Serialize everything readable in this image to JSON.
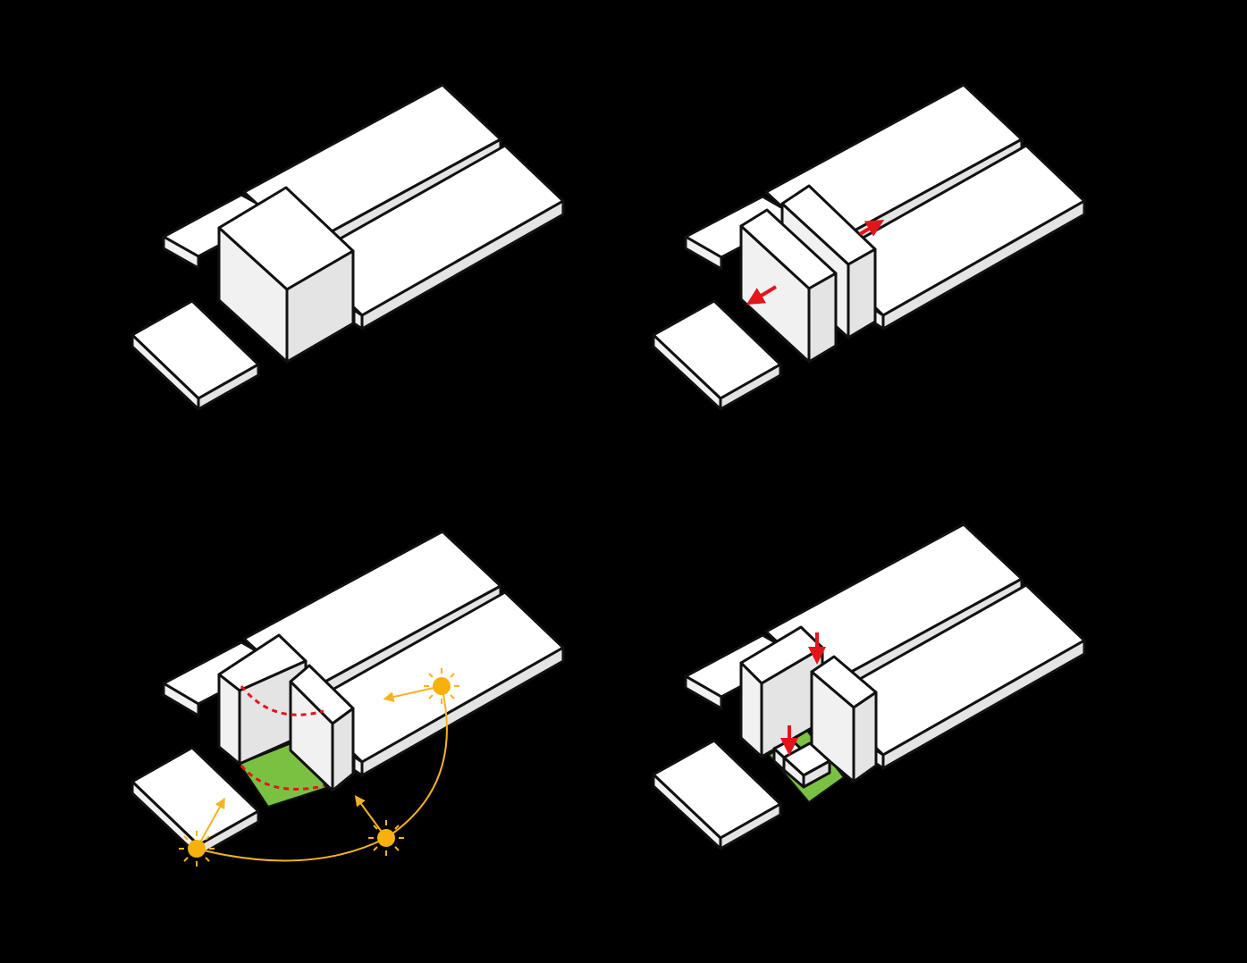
{
  "diagram": {
    "background": "#000000",
    "panel_count": 4,
    "colors": {
      "mass_top": "#ffffff",
      "mass_side_light": "#f1f1f1",
      "mass_side_dark": "#e4e4e4",
      "outline": "#111111",
      "arrow_red": "#e3151b",
      "courtyard_green": "#7ac142",
      "sun_orange": "#f5b324",
      "sun_core": "#f6b10a"
    },
    "panels": [
      {
        "step": 1,
        "subject": "single-massing-block",
        "icons": []
      },
      {
        "step": 2,
        "subject": "massing-split",
        "icons": [
          "arrow-push-icon",
          "arrow-push-icon"
        ]
      },
      {
        "step": 3,
        "subject": "sun-path-courtyard",
        "icons": [
          "sun-icon",
          "sun-icon",
          "sun-icon",
          "sun-arrow-icon"
        ]
      },
      {
        "step": 4,
        "subject": "courtyard-pavilion",
        "icons": [
          "arrow-down-icon",
          "arrow-down-icon"
        ]
      }
    ]
  }
}
